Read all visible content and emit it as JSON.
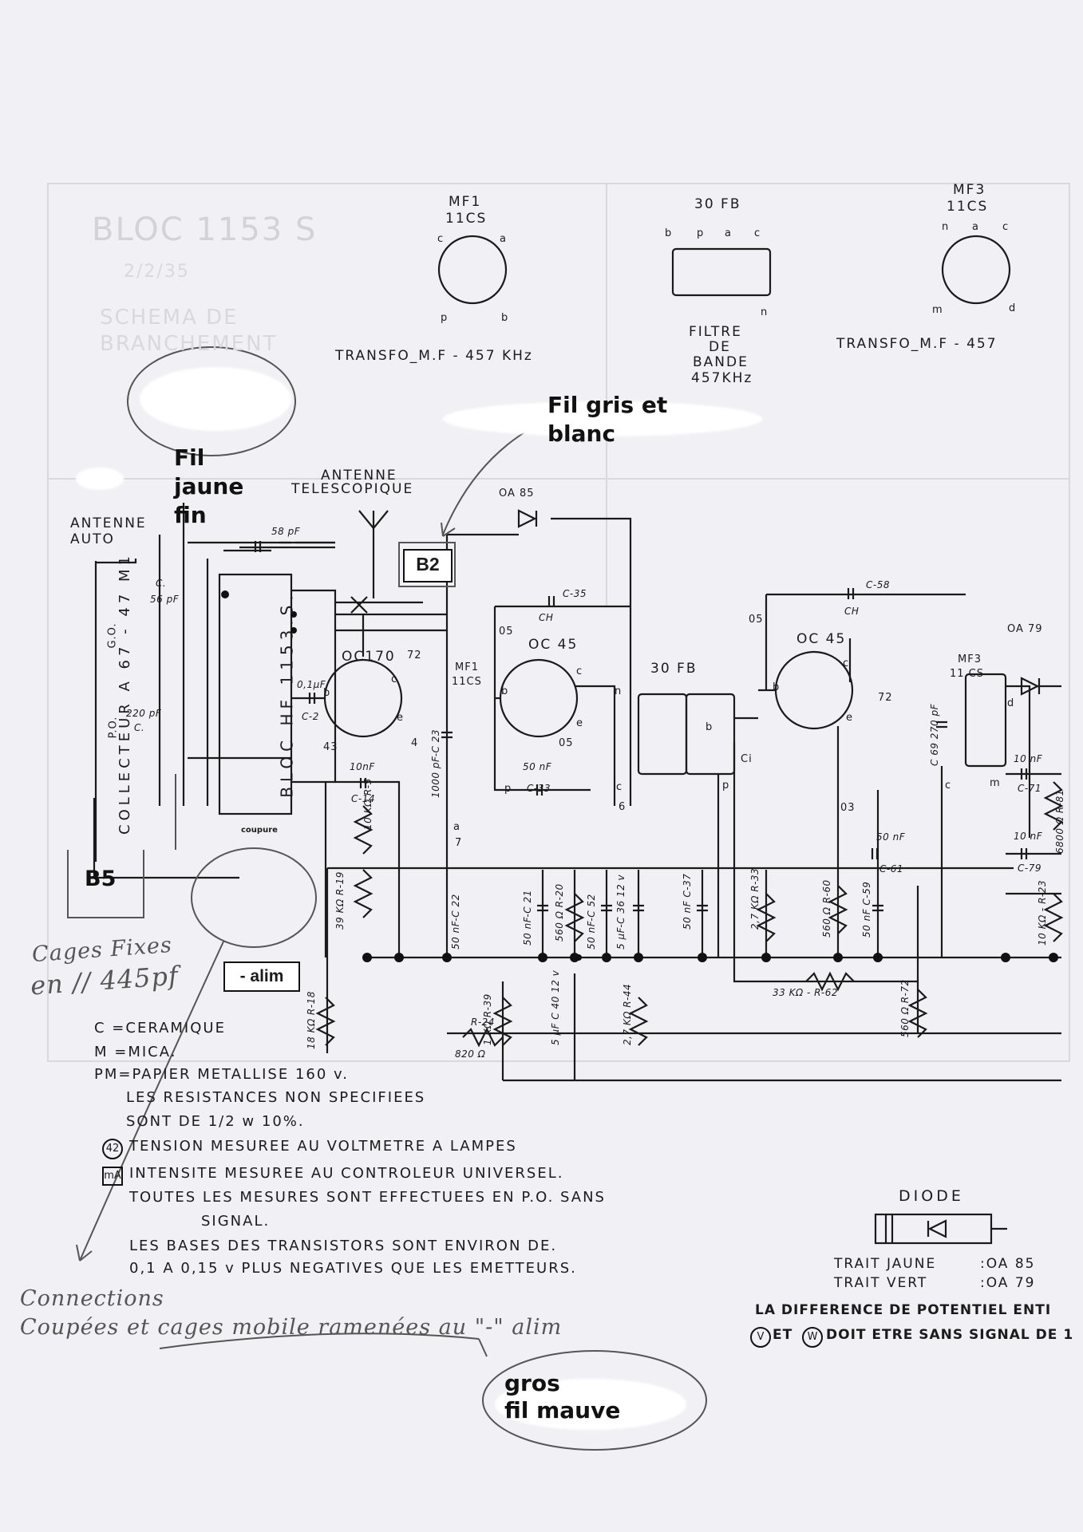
{
  "schematic": {
    "header": {
      "mf1_name": "MF1",
      "mf1_type": "11CS",
      "mf1_pins": [
        "c",
        "a",
        "p",
        "b"
      ],
      "mf1_caption": "TRANSFO_M.F - 457 KHz",
      "fb_name": "30 FB",
      "fb_pins": [
        "b",
        "p",
        "a",
        "c",
        "n"
      ],
      "fb_caption_1": "FILTRE",
      "fb_caption_2": "DE",
      "fb_caption_3": "BANDE",
      "fb_caption_4": "457KHz",
      "mf3_name": "MF3",
      "mf3_type": "11CS",
      "mf3_pins": [
        "n",
        "a",
        "c",
        "m",
        "d"
      ],
      "mf3_caption": "TRANSFO_M.F - 457"
    },
    "antennas": {
      "auto_1": "ANTENNE",
      "auto_2": "AUTO",
      "tele_1": "ANTENNE",
      "tele_2": "TELESCOPIQUE"
    },
    "blocks": {
      "collecteur": "COLLECTEUR A 67 - 47 M1",
      "bloc": "BLOC HF 1153.S.",
      "go": "G.O.",
      "po": "P.O."
    },
    "components": {
      "c58": "58 pF",
      "c56": "C.",
      "c56_val": "56 pF",
      "c220": "220 pF",
      "c220_c": "C.",
      "oc170": "OC170",
      "v72a": "72",
      "v43": "43",
      "v4": "4",
      "c2_val": "0,1µF",
      "c2": "C-2",
      "c14_val": "10nF",
      "c14": "C-14",
      "r5": "10 KΩ R-5",
      "r19": "39 KΩ R-19",
      "r18": "18 KΩ R-18",
      "c23": "1000 pF-C 23",
      "mf1": "MF1",
      "mf1b": "11CS",
      "oa85": "OA 85",
      "c35": "C-35",
      "c35_ch": "CH",
      "oc45a": "OC 45",
      "v5a": "05",
      "v05b": "05",
      "c33_val": "50 nF",
      "c33": "C-33",
      "v6": "6",
      "v7": "7",
      "c22": "50 nF-C 22",
      "c21": "50 nF-C 21",
      "r20": "560 Ω R-20",
      "c52": "50 nF-C 52",
      "c36": "5 µF-C 36 12 v",
      "r39": "1 KΩ R-39",
      "c40": "5 µF C 40 12 v",
      "r44": "2,7 KΩ R-44",
      "r24": "R-24",
      "r24v": "820 Ω",
      "fb30": "30 FB",
      "c37": "50 nF C-37",
      "r33": "2,7 KΩ R-33",
      "c58b": "C-58",
      "c58b_ch": "CH",
      "oc45b": "OC 45",
      "v05c": "05",
      "v72b": "72",
      "v03": "03",
      "r60": "560 Ω R-60",
      "c61_val": "50 nF",
      "c61": "C-61",
      "c59": "50 nF C-59",
      "r62": "33 KΩ - R-62",
      "r72": "560 Ω R-72",
      "c69": "C 69 270 pF",
      "mf3": "MF3",
      "mf3b": "11 CS",
      "oa79": "OA 79",
      "c71_val": "10 nF",
      "c71": "C-71",
      "c79_val": "10 nF",
      "c79": "C-79",
      "r81": "6800 Ω R-81",
      "r23": "10 KΩ - R-23",
      "pin_a": "a",
      "pin_b": "b",
      "pin_c": "c",
      "pin_e": "e",
      "pin_p": "p",
      "pin_n": "n",
      "pin_m": "m",
      "pin_d": "d",
      "pin_ci": "Ci"
    },
    "legend": {
      "l1": "C =CERAMIQUE",
      "l2": "M =MICA.",
      "l3": "PM=PAPIER METALLISE 160 v.",
      "l4": "LES RESISTANCES NON SPECIFIEES",
      "l5": "SONT DE 1/2 w 10%.",
      "l6": "TENSION MESUREE AU VOLTMETRE A LAMPES",
      "l7": "INTENSITE MESUREE AU CONTROLEUR UNIVERSEL.",
      "l8": "TOUTES LES MESURES SONT EFFECTUEES EN P.O. SANS",
      "l9": "SIGNAL.",
      "l10": "LES BASES DES TRANSISTORS SONT ENVIRON DE.",
      "l11": "0,1 A 0,15 v PLUS NEGATIVES QUE LES EMETTEURS.",
      "sym42": "42",
      "symma": "mA"
    },
    "diode": {
      "title": "DIODE",
      "row1_label": "TRAIT JAUNE",
      "row1_value": ":OA 85",
      "row2_label": "TRAIT VERT",
      "row2_value": ":OA 79",
      "note_1": "LA DIFFERENCE DE POTENTIEL ENTI",
      "note_2": "ET",
      "note_3": "DOIT ETRE SANS SIGNAL DE 1",
      "sym_v": "V",
      "sym_w": "W"
    },
    "faded_watermark": {
      "title": "BLOC 1153 S",
      "date": "2/2/35",
      "line1": "SCHEMA DE",
      "line2": "BRANCHEMENT"
    }
  },
  "annotations": {
    "fil_jaune_1": "Fil",
    "fil_jaune_2": "jaune",
    "fil_jaune_3": "fin",
    "fil_gris_1": "Fil gris et",
    "fil_gris_2": "blanc",
    "b2": "B2",
    "b5": "B5",
    "coupure": "coupure",
    "alim": "- alim",
    "gros_1": "gros",
    "gros_2": "fil mauve",
    "hand_cages_1": "Cages Fixes",
    "hand_cages_2": "en // 445pf",
    "hand_conn_1": "Connections",
    "hand_conn_2": "Coupées et cages mobile ramenées au \"-\" alim"
  },
  "colors": {
    "paper": "#f1f1f5",
    "ink": "#1b1b1b",
    "pencil": "#666666",
    "whiteout": "#ffffff"
  }
}
